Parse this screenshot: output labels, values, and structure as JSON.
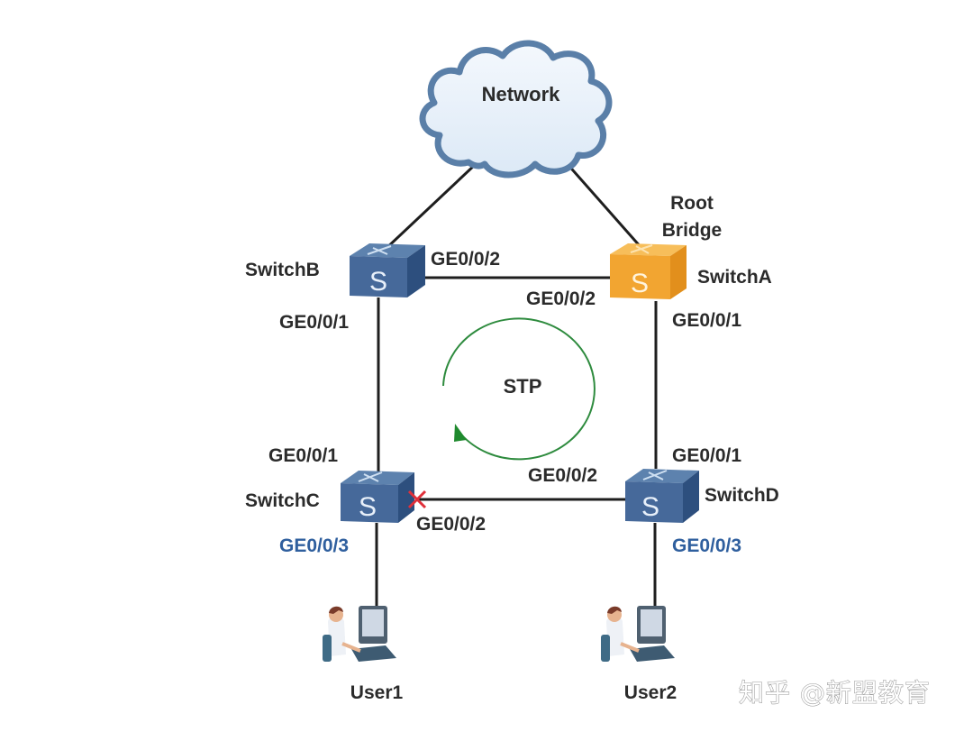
{
  "diagram": {
    "title": "STP topology",
    "cloud": {
      "label": "Network"
    },
    "loop_label": "STP",
    "root_bridge_label": [
      "Root",
      "Bridge"
    ],
    "switches": [
      {
        "id": "switchA",
        "label": "SwitchA",
        "role": "root-bridge",
        "color": "#f2a531"
      },
      {
        "id": "switchB",
        "label": "SwitchB",
        "role": "switch",
        "color": "#4a6f9c"
      },
      {
        "id": "switchC",
        "label": "SwitchC",
        "role": "switch",
        "color": "#4a6f9c"
      },
      {
        "id": "switchD",
        "label": "SwitchD",
        "role": "switch",
        "color": "#4a6f9c"
      }
    ],
    "switch_glyph": "S",
    "ports": {
      "b_to_a": "GE0/0/2",
      "a_to_b": "GE0/0/2",
      "b_down": "GE0/0/1",
      "a_down": "GE0/0/1",
      "c_up": "GE0/0/1",
      "d_up": "GE0/0/1",
      "d_to_c": "GE0/0/2",
      "c_to_d": "GE0/0/2",
      "c_user": "GE0/0/3",
      "d_user": "GE0/0/3"
    },
    "links": [
      {
        "from": "Network",
        "to": "SwitchB",
        "state": "forwarding"
      },
      {
        "from": "Network",
        "to": "SwitchA",
        "state": "forwarding"
      },
      {
        "from": "SwitchB",
        "to": "SwitchA",
        "state": "forwarding"
      },
      {
        "from": "SwitchB",
        "to": "SwitchC",
        "state": "forwarding"
      },
      {
        "from": "SwitchA",
        "to": "SwitchD",
        "state": "forwarding"
      },
      {
        "from": "SwitchD",
        "to": "SwitchC",
        "state": "blocked"
      },
      {
        "from": "SwitchC",
        "to": "User1",
        "state": "forwarding"
      },
      {
        "from": "SwitchD",
        "to": "User2",
        "state": "forwarding"
      }
    ],
    "users": [
      {
        "id": "user1",
        "label": "User1"
      },
      {
        "id": "user2",
        "label": "User2"
      }
    ],
    "blocked_marker_icon": "red-x-icon",
    "colors": {
      "link": "#1e1e1e",
      "loop_arrow": "#2e8b3e",
      "blocked": "#e0303a",
      "cloud_fill": "#e6f0fa",
      "cloud_stroke": "#5a7fa8",
      "user_port_text": "#2f5f9e"
    }
  },
  "watermark": "知乎 @新盟教育"
}
